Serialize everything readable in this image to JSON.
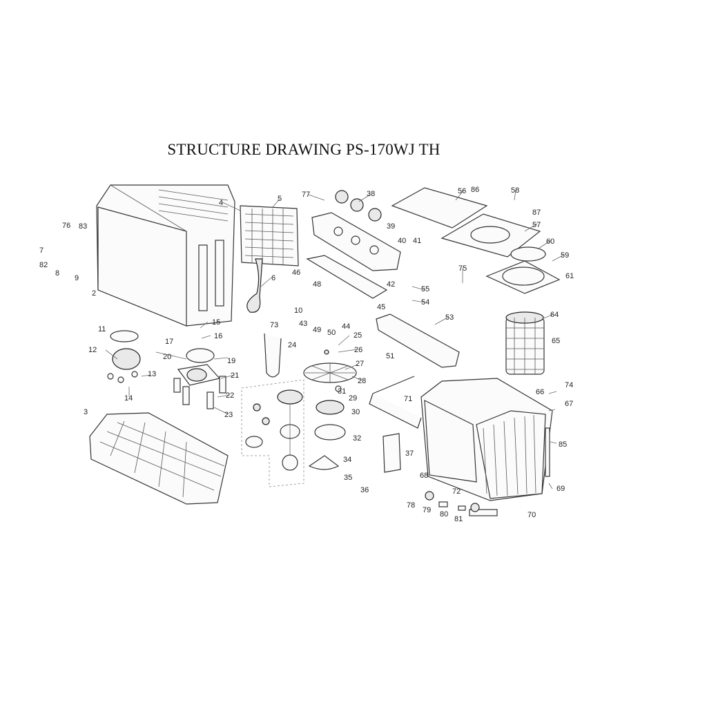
{
  "title": "STRUCTURE DRAWING PS-170WJ TH",
  "callouts": [
    "7",
    "76",
    "83",
    "82",
    "8",
    "9",
    "2",
    "4",
    "5",
    "6",
    "77",
    "38",
    "39",
    "40",
    "41",
    "46",
    "48",
    "42",
    "10",
    "43",
    "73",
    "49",
    "50",
    "44",
    "45",
    "56",
    "86",
    "58",
    "87",
    "57",
    "60",
    "59",
    "61",
    "75",
    "55",
    "54",
    "53",
    "64",
    "65",
    "51",
    "11",
    "12",
    "13",
    "14",
    "15",
    "16",
    "17",
    "20",
    "19",
    "21",
    "22",
    "23",
    "24",
    "25",
    "26",
    "27",
    "28",
    "31",
    "29",
    "30",
    "32",
    "34",
    "35",
    "36",
    "37",
    "3",
    "71",
    "66",
    "74",
    "67",
    "85",
    "69",
    "68",
    "72",
    "78",
    "79",
    "80",
    "81",
    "70"
  ]
}
